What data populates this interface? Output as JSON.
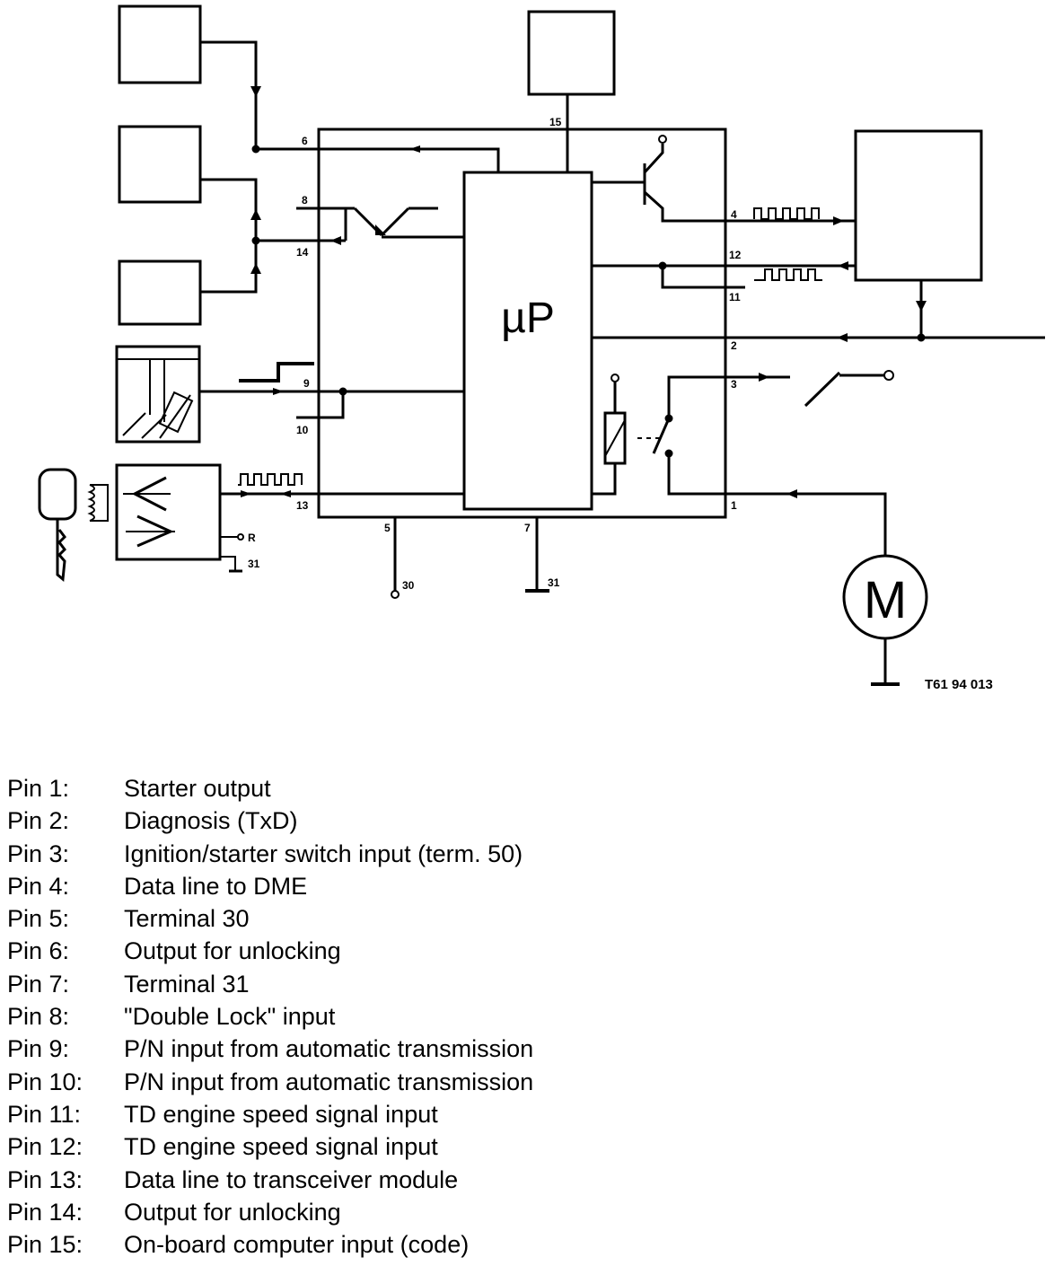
{
  "diagram": {
    "microprocessor_label": "µP",
    "motor_label": "M",
    "reference": "T61 94 013",
    "ground_labels": {
      "transceiver": "31",
      "pin7": "31"
    },
    "supply_label": "30",
    "transceiver_terminal_label": "R",
    "pin_numbers": [
      "1",
      "2",
      "3",
      "4",
      "5",
      "6",
      "7",
      "8",
      "9",
      "10",
      "11",
      "12",
      "13",
      "14",
      "15"
    ]
  },
  "legend": [
    {
      "pin": "Pin 1:",
      "desc": "Starter output"
    },
    {
      "pin": "Pin 2:",
      "desc": "Diagnosis (TxD)"
    },
    {
      "pin": "Pin 3:",
      "desc": "Ignition/starter switch input (term. 50)"
    },
    {
      "pin": "Pin 4:",
      "desc": "Data line to DME"
    },
    {
      "pin": "Pin 5:",
      "desc": "Terminal 30"
    },
    {
      "pin": "Pin 6:",
      "desc": "Output for unlocking"
    },
    {
      "pin": "Pin 7:",
      "desc": "Terminal 31"
    },
    {
      "pin": "Pin 8:",
      "desc": "\"Double Lock\" input"
    },
    {
      "pin": "Pin 9:",
      "desc": "P/N input from automatic transmission"
    },
    {
      "pin": "Pin 10:",
      "desc": "P/N input from automatic transmission"
    },
    {
      "pin": "Pin 11:",
      "desc": "TD engine speed signal input"
    },
    {
      "pin": "Pin 12:",
      "desc": "TD engine speed signal input"
    },
    {
      "pin": "Pin 13:",
      "desc": "Data line to transceiver module"
    },
    {
      "pin": "Pin 14:",
      "desc": "Output for unlocking"
    },
    {
      "pin": "Pin 15:",
      "desc": "On-board computer input (code)"
    }
  ]
}
